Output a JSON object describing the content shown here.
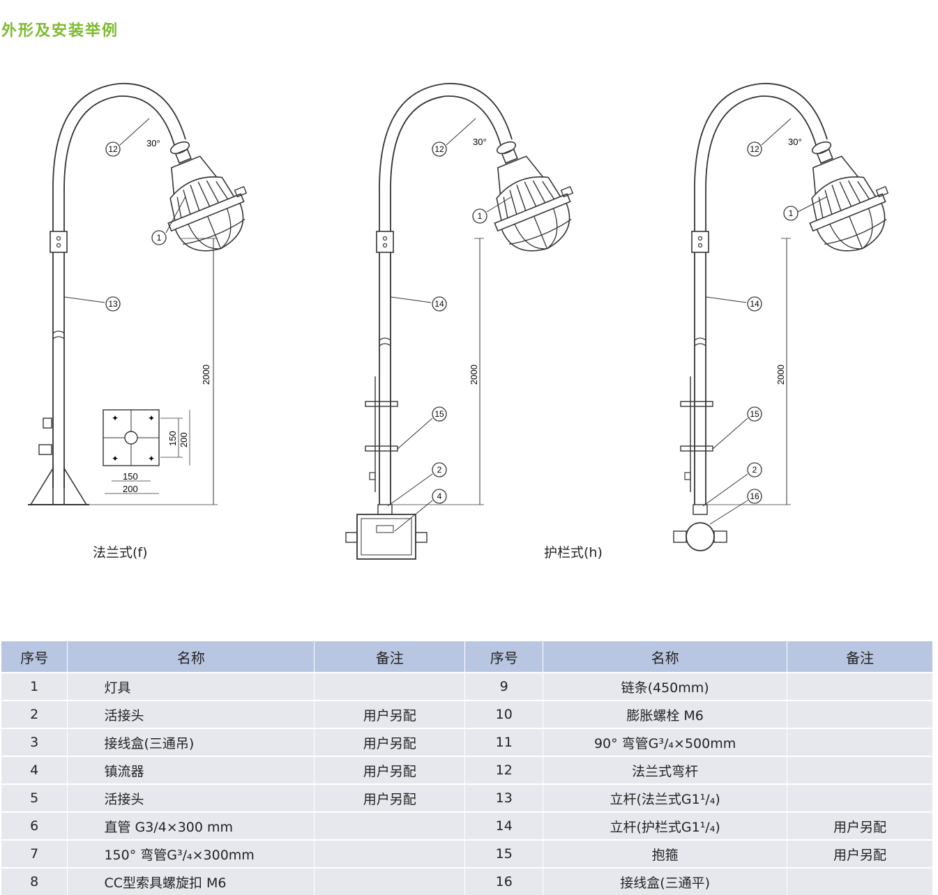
{
  "title": "外形及安装举例",
  "captions": {
    "flange": "法兰式(f)",
    "guardrail": "护栏式(h)"
  },
  "labels": {
    "angle": "30°",
    "height": "2000",
    "base_150": "150",
    "base_200": "200",
    "c1": "1",
    "c2": "2",
    "c4": "4",
    "c12": "12",
    "c13": "13",
    "c14": "14",
    "c15": "15",
    "c16": "16"
  },
  "table": {
    "headers": [
      "序号",
      "名称",
      "备注",
      "序号",
      "名称",
      "备注"
    ],
    "rows": [
      {
        "no1": "1",
        "name1": "灯具",
        "note1": "",
        "no2": "9",
        "name2": "链条(450mm)",
        "note2": ""
      },
      {
        "no1": "2",
        "name1": "活接头",
        "note1": "用户另配",
        "no2": "10",
        "name2": "膨胀螺栓 M6",
        "note2": ""
      },
      {
        "no1": "3",
        "name1": "接线盒(三通吊)",
        "note1": "用户另配",
        "no2": "11",
        "name2": "90°  弯管G³/₄×500mm",
        "note2": ""
      },
      {
        "no1": "4",
        "name1": "镇流器",
        "note1": "用户另配",
        "no2": "12",
        "name2": "法兰式弯杆",
        "note2": ""
      },
      {
        "no1": "5",
        "name1": "活接头",
        "note1": "用户另配",
        "no2": "13",
        "name2": "立杆(法兰式G1¹/₄)",
        "note2": ""
      },
      {
        "no1": "6",
        "name1": "直管 G3/4×300 mm",
        "note1": "",
        "no2": "14",
        "name2": "立杆(护栏式G1¹/₄)",
        "note2": "用户另配"
      },
      {
        "no1": "7",
        "name1": "150°  弯管G³/₄×300mm",
        "note1": "",
        "no2": "15",
        "name2": "抱箍",
        "note2": "用户另配"
      },
      {
        "no1": "8",
        "name1": "CC型索具螺旋扣 M6",
        "note1": "",
        "no2": "16",
        "name2": "接线盒(三通平)",
        "note2": ""
      }
    ]
  }
}
